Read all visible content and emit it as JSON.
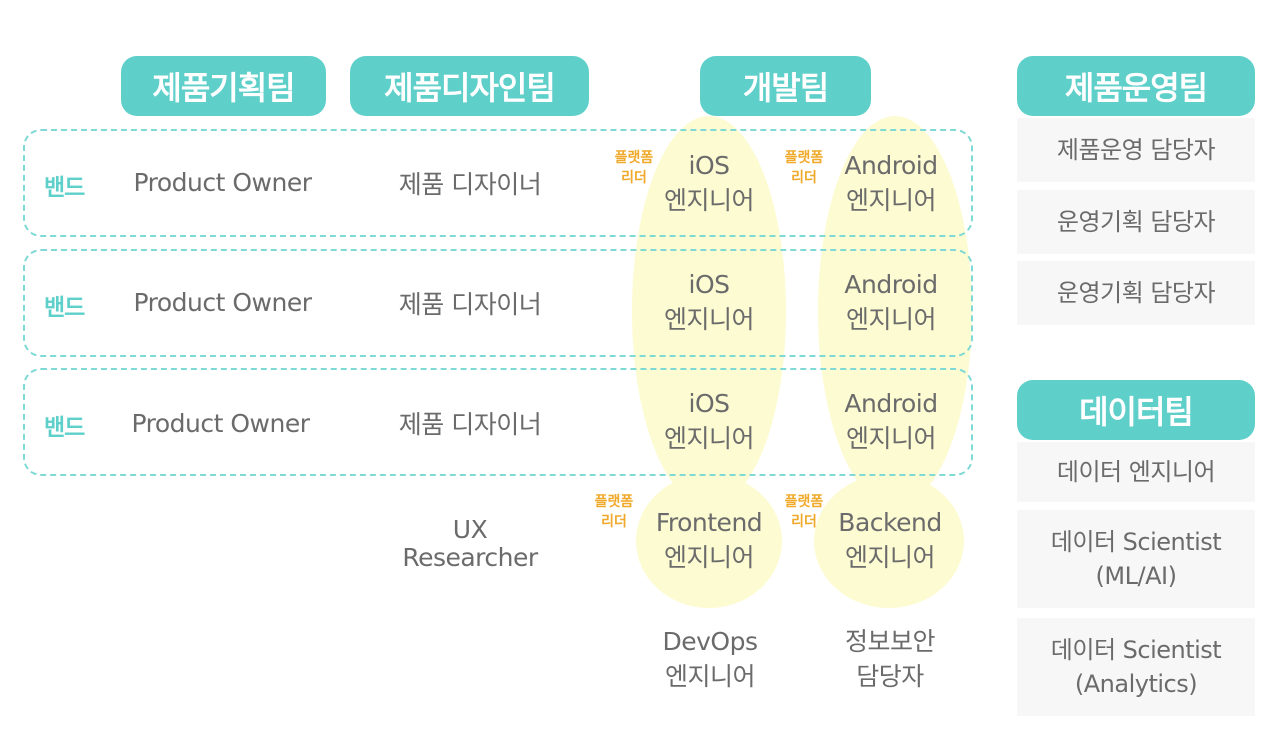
{
  "teams": {
    "planning": "제품기획팀",
    "design": "제품디자인팀",
    "dev": "개발팀",
    "operations": "제품운영팀",
    "data": "데이터팀"
  },
  "bands": [
    {
      "label": "밴드",
      "po": "Product Owner",
      "designer": "제품 디자이너",
      "ios": [
        "iOS",
        "엔지니어"
      ],
      "android": [
        "Android",
        "엔지니어"
      ]
    },
    {
      "label": "밴드",
      "po": "Product Owner",
      "designer": "제품 디자이너",
      "ios": [
        "iOS",
        "엔지니어"
      ],
      "android": [
        "Android",
        "엔지니어"
      ]
    },
    {
      "label": "밴드",
      "po": "Product Owner",
      "designer": "제품 디자이너",
      "ios": [
        "iOS",
        "엔지니어"
      ],
      "android": [
        "Android",
        "엔지니어"
      ]
    }
  ],
  "platform_leader": [
    "플랫폼",
    "리더"
  ],
  "ux_researcher": [
    "UX",
    "Researcher"
  ],
  "frontend": [
    "Frontend",
    "엔지니어"
  ],
  "backend": [
    "Backend",
    "엔지니어"
  ],
  "devops": [
    "DevOps",
    "엔지니어"
  ],
  "security": [
    "정보보안",
    "담당자"
  ],
  "operations_roles": [
    "제품운영 담당자",
    "운영기획 담당자",
    "운영기획 담당자"
  ],
  "data_roles": [
    [
      "데이터 엔지니어"
    ],
    [
      "데이터 Scientist",
      "(ML/AI)"
    ],
    [
      "데이터 Scientist",
      "(Analytics)"
    ]
  ],
  "colors": {
    "accent": "#5fcfca",
    "platform_leader": "#f0a92a",
    "highlight": "#fdfbd2",
    "text": "#6b6b6b"
  }
}
